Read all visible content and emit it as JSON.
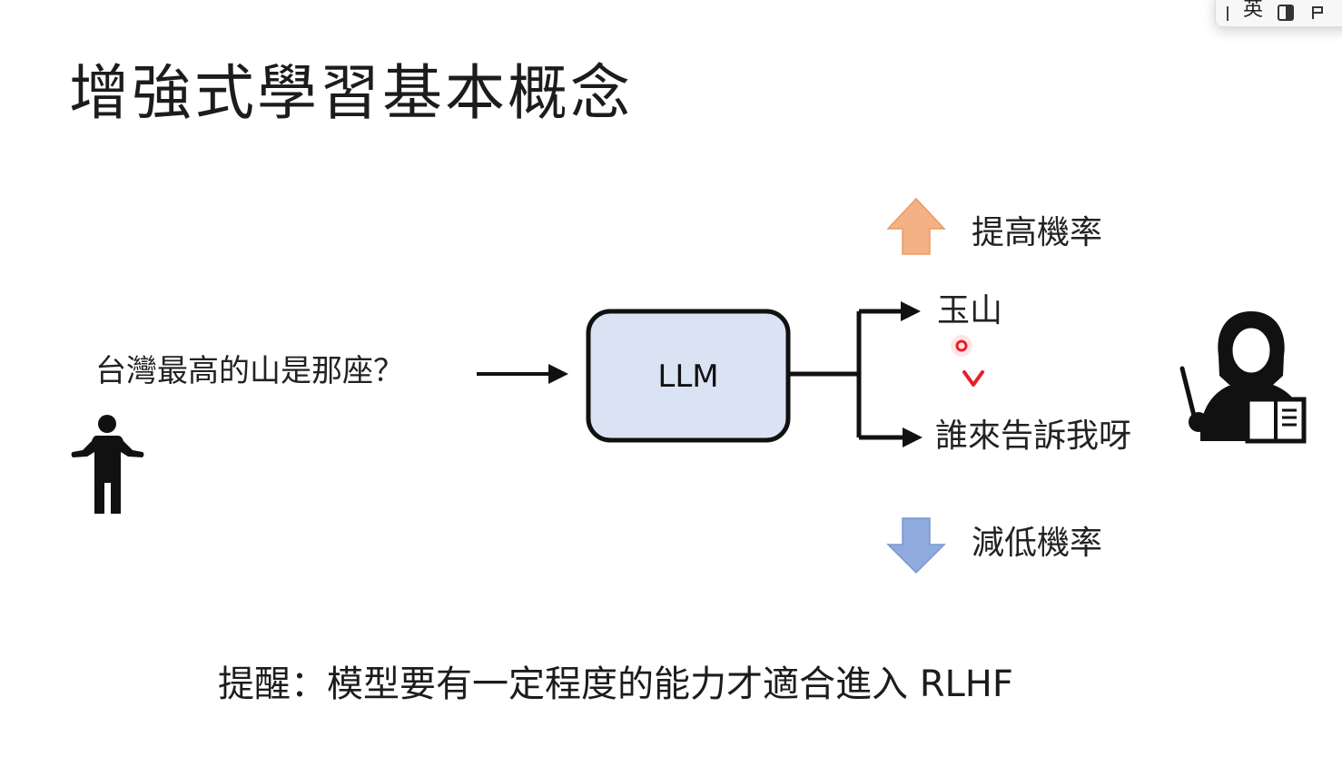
{
  "ime": {
    "mode_label": "英"
  },
  "slide": {
    "title": "增強式學習基本概念",
    "question": "台灣最高的山是那座？",
    "model_label": "LLM",
    "outputs": {
      "good": "玉山",
      "bad": "誰來告訴我呀",
      "comparison_symbol": ">"
    },
    "increase_label": "提高機率",
    "decrease_label": "減低機率",
    "reminder": "提醒：模型要有一定程度的能力才適合進入 RLHF"
  },
  "colors": {
    "llm_box_fill": "#dae3f3",
    "up_arrow": "#f4b183",
    "down_arrow": "#8faadc",
    "comparison_symbol": "#e8202a",
    "cursor_dot": "#e8202a"
  },
  "icons": {
    "user": "person-icon",
    "teacher": "teacher-icon",
    "up": "up-arrow-icon",
    "down": "down-arrow-icon"
  }
}
